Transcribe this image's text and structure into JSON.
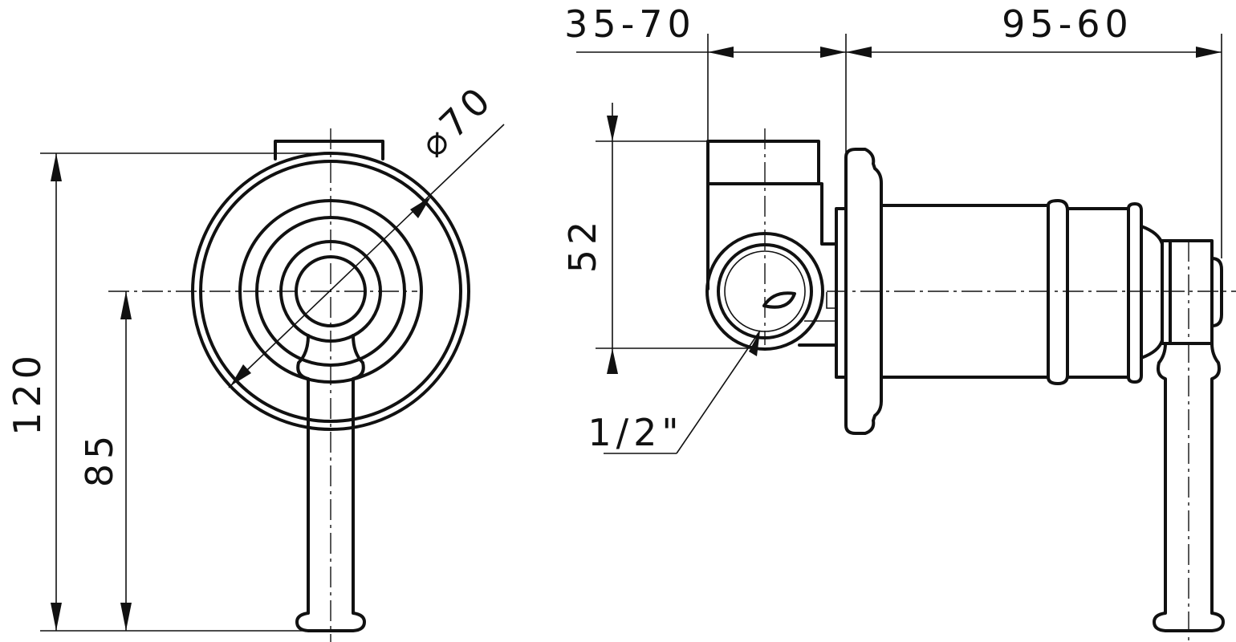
{
  "front_view": {
    "height_total": "120",
    "height_axis": "85",
    "diameter": "⌀70"
  },
  "side_view": {
    "depth_body": "35-70",
    "depth_handle": "95-60",
    "height_outlet": "52",
    "thread": "1/2\""
  }
}
